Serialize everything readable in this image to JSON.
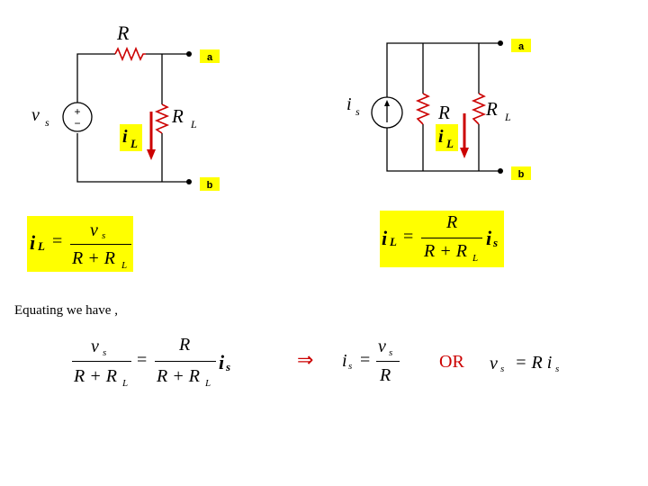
{
  "left_circuit": {
    "resistor_top": "R",
    "source_voltage": "v",
    "source_voltage_sub": "s",
    "source_plus": "+",
    "source_minus": "−",
    "load": "R",
    "load_sub": "L",
    "current": "i",
    "current_sub": "L",
    "terminal_a": "a",
    "terminal_b": "b"
  },
  "right_circuit": {
    "source_current": "i",
    "source_current_sub": "s",
    "shunt": "R",
    "load": "R",
    "load_sub": "L",
    "current": "i",
    "current_sub": "L",
    "terminal_a": "a",
    "terminal_b": "b"
  },
  "left_equation": {
    "lhs": "i",
    "lhs_sub": "L",
    "eq": "=",
    "num": "v",
    "num_sub": "s",
    "den_r": "R + R",
    "den_sub": "L"
  },
  "right_equation": {
    "lhs": "i",
    "lhs_sub": "L",
    "eq": "=",
    "num": "R",
    "den_r": "R + R",
    "den_sub": "L",
    "mult": "i",
    "mult_sub": "s"
  },
  "caption": "Equating we have ,",
  "bottom_equation": {
    "l_num": "v",
    "l_num_sub": "s",
    "l_den": "R + R",
    "l_den_sub": "L",
    "eq": "=",
    "r_num": "R",
    "r_den": "R + R",
    "r_den_sub": "L",
    "mult": "i",
    "mult_sub": "s",
    "implies": "⇒",
    "res_lhs": "i",
    "res_lhs_sub": "s",
    "res_num": "v",
    "res_num_sub": "s",
    "res_den": "R",
    "or": "OR",
    "final_lhs": "v",
    "final_lhs_sub": "s",
    "final_rhs": "= R i",
    "final_rhs_sub": "s"
  }
}
